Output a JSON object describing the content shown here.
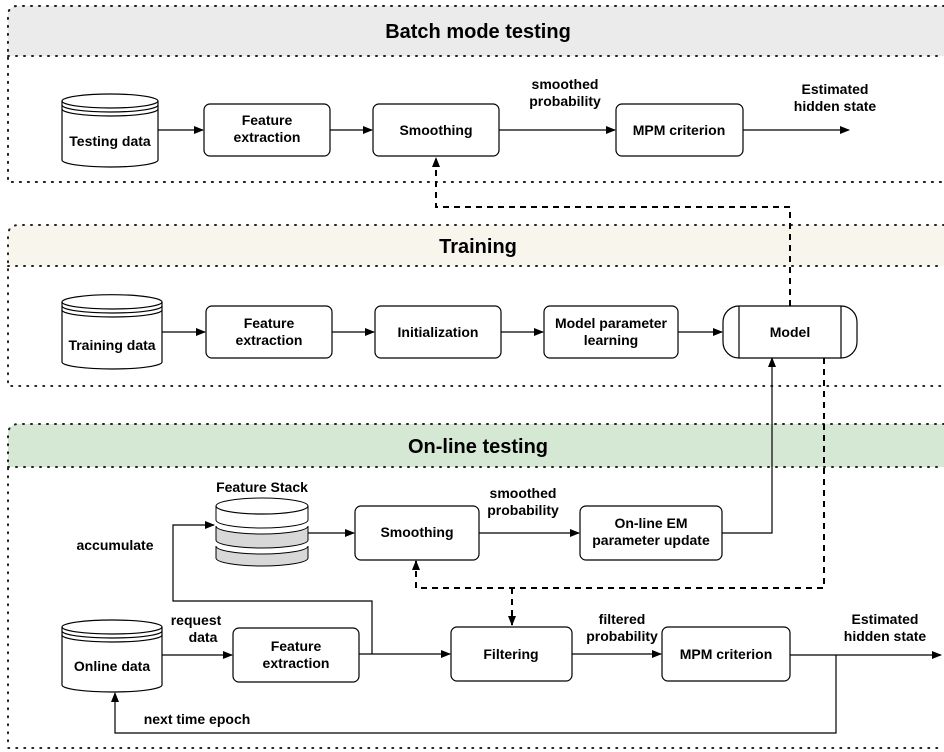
{
  "sections": {
    "batch": {
      "title": "Batch mode testing",
      "header_color": "#ebebeb"
    },
    "training": {
      "title": "Training",
      "header_color": "#f8f6ec"
    },
    "online": {
      "title": "On-line testing",
      "header_color": "#d5e8d4"
    }
  },
  "batch": {
    "testing_data": "Testing data",
    "feature_extraction": [
      "Feature",
      "extraction"
    ],
    "smoothing": "Smoothing",
    "smoothed_probability": [
      "smoothed",
      "probability"
    ],
    "mpm_criterion": "MPM criterion",
    "estimated_hidden_state": [
      "Estimated",
      "hidden state"
    ]
  },
  "training": {
    "training_data": "Training data",
    "feature_extraction": [
      "Feature",
      "extraction"
    ],
    "initialization": "Initialization",
    "model_parameter_learning": [
      "Model parameter",
      "learning"
    ],
    "model": "Model"
  },
  "online": {
    "feature_stack": "Feature Stack",
    "accumulate": "accumulate",
    "smoothing": "Smoothing",
    "smoothed_probability": [
      "smoothed",
      "probability"
    ],
    "online_em": [
      "On-line EM",
      "parameter update"
    ],
    "online_data": "Online data",
    "request_data": [
      "request",
      "data"
    ],
    "feature_extraction": [
      "Feature",
      "extraction"
    ],
    "filtering": "Filtering",
    "filtered_probability": [
      "filtered",
      "probability"
    ],
    "mpm_criterion": "MPM criterion",
    "estimated_hidden_state": [
      "Estimated",
      "hidden state"
    ],
    "next_time_epoch": "next time epoch"
  }
}
